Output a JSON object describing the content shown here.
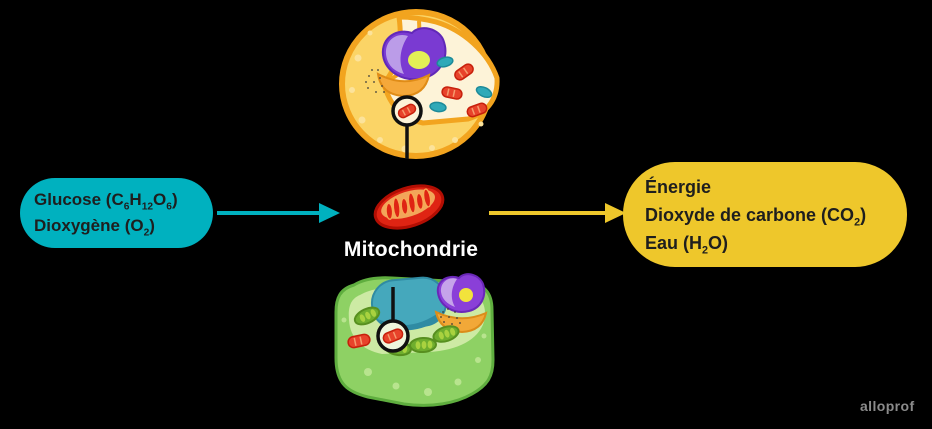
{
  "colors": {
    "background": "#000000",
    "teal": "#00b1bf",
    "yellow": "#eec72b",
    "box_text": "#1e1e1e",
    "label_text": "#ffffff",
    "logo_gray": "#8b8b8b",
    "mitochondrion_red": "#df2413",
    "animal_cell_yellow": "#fbd466",
    "plant_cell_green": "#8ed164"
  },
  "reactants_box": {
    "lines": [
      {
        "segments": [
          {
            "t": "Glucose (C"
          },
          {
            "t": "6",
            "sub": true
          },
          {
            "t": "H"
          },
          {
            "t": "12",
            "sub": true
          },
          {
            "t": "O"
          },
          {
            "t": "6",
            "sub": true
          },
          {
            "t": ")"
          }
        ]
      },
      {
        "segments": [
          {
            "t": "Dioxygène (O"
          },
          {
            "t": "2",
            "sub": true
          },
          {
            "t": ")"
          }
        ]
      }
    ]
  },
  "products_box": {
    "lines": [
      {
        "segments": [
          {
            "t": "Énergie"
          }
        ]
      },
      {
        "segments": [
          {
            "t": "Dioxyde de carbone (CO"
          },
          {
            "t": "2",
            "sub": true
          },
          {
            "t": ")"
          }
        ]
      },
      {
        "segments": [
          {
            "t": "Eau (H"
          },
          {
            "t": "2",
            "sub": true
          },
          {
            "t": "O)"
          }
        ]
      }
    ]
  },
  "center_label": "Mitochondrie",
  "illustrations": {
    "animal_cell": "animal-cell-cutaway-illustration",
    "plant_cell": "plant-cell-cutaway-illustration",
    "mitochondrion": "mitochondrion-organelle-illustration",
    "highlight_circles": "magnifier-circle-on-mitochondrion"
  },
  "logo": "alloprof"
}
